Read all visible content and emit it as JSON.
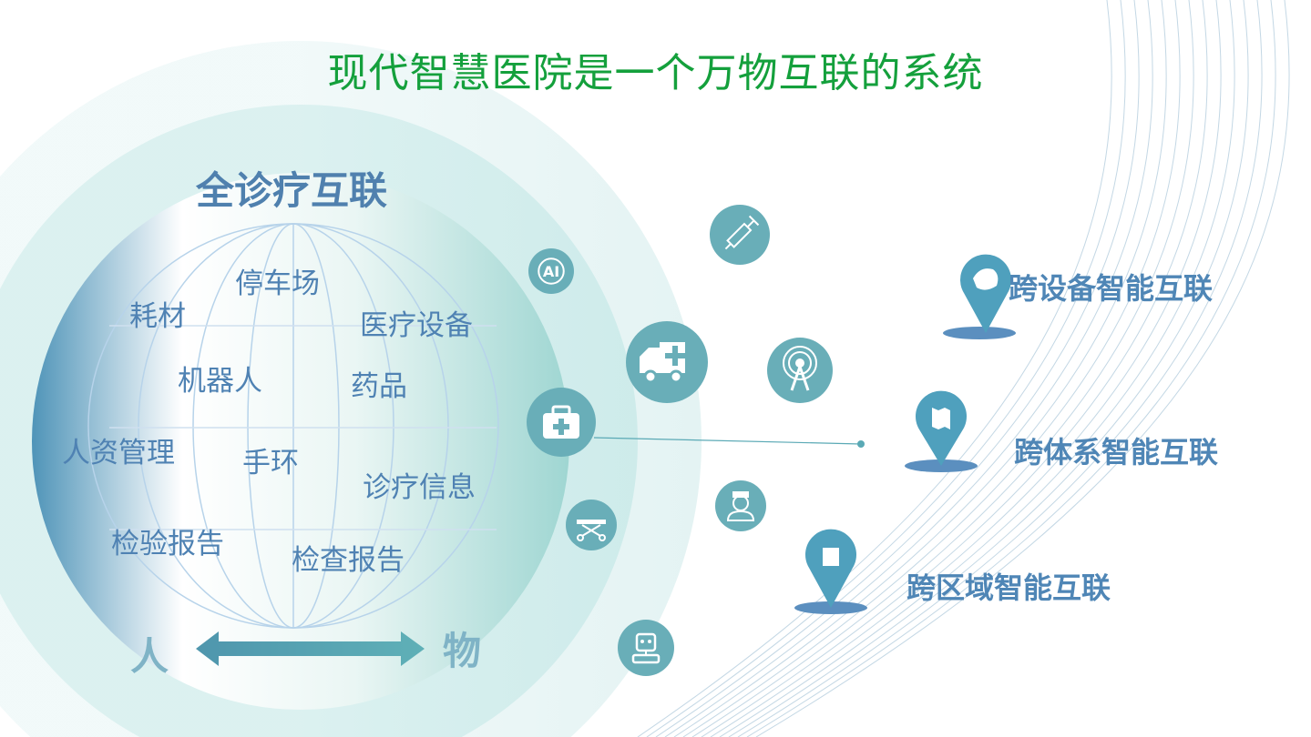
{
  "title": "现代智慧医院是一个万物互联的系统",
  "globe": {
    "title": "全诊疗互联",
    "items": [
      "停车场",
      "耗材",
      "医疗设备",
      "机器人",
      "药品",
      "人资管理",
      "手环",
      "诊疗信息",
      "检验报告",
      "检查报告"
    ],
    "left_label": "人",
    "right_label": "物"
  },
  "icons": [
    "ai-head-icon",
    "syringe-icon",
    "ambulance-icon",
    "antenna-icon",
    "medical-kit-icon",
    "doctor-icon",
    "stretcher-icon",
    "robot-icon"
  ],
  "pins": [
    {
      "label": "跨设备智能互联",
      "icon": "china-map-icon"
    },
    {
      "label": "跨体系智能互联",
      "icon": "map-icon"
    },
    {
      "label": "跨区域智能互联",
      "icon": "building-icon"
    }
  ],
  "colors": {
    "title": "#14a03c",
    "accent": "#5aa9b5",
    "text": "#4f82b3",
    "pin": "#4fa0bd"
  }
}
